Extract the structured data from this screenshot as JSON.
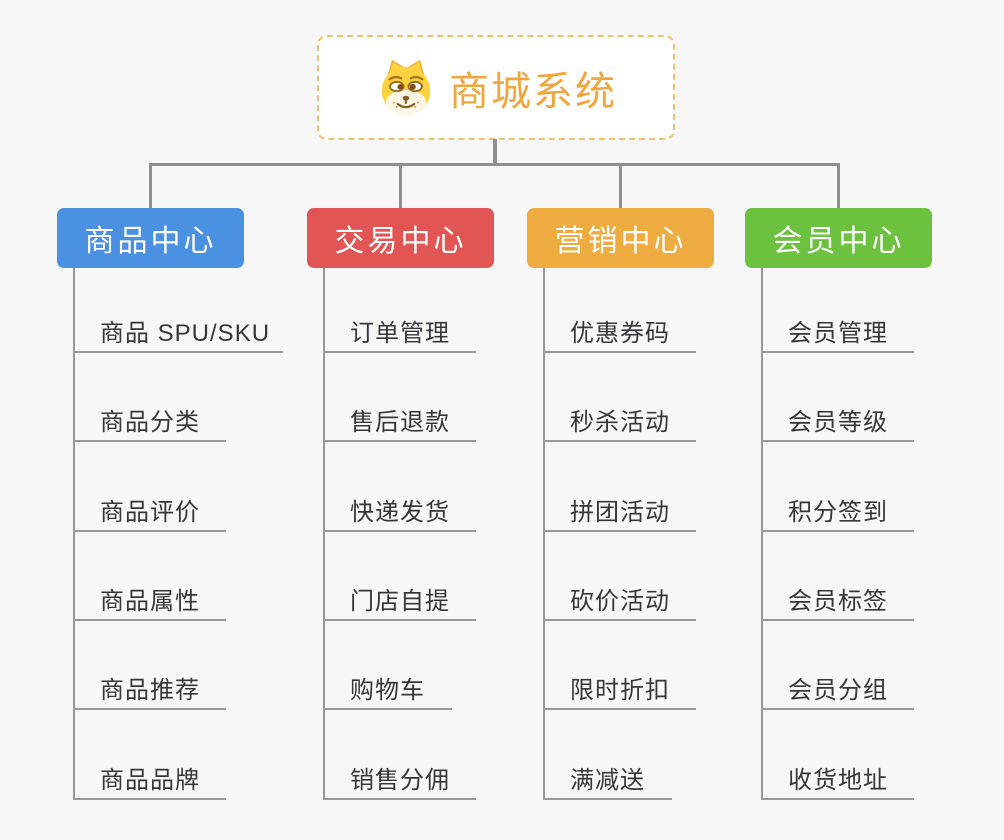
{
  "background": "#f7f7f7",
  "connector_color": "#8f8f8f",
  "underline_color": "#999999",
  "item_text_color": "#33373c",
  "root": {
    "label": "商城系统",
    "text_color": "#F2A53C",
    "border_color": "#F5C06A",
    "icon": "doge-face-icon"
  },
  "branches": [
    {
      "label": "商品中心",
      "color": "#4B91E2",
      "children": [
        "商品 SPU/SKU",
        "商品分类",
        "商品评价",
        "商品属性",
        "商品推荐",
        "商品品牌"
      ]
    },
    {
      "label": "交易中心",
      "color": "#E15654",
      "children": [
        "订单管理",
        "售后退款",
        "快递发货",
        "门店自提",
        "购物车",
        "销售分佣"
      ]
    },
    {
      "label": "营销中心",
      "color": "#EEAC40",
      "children": [
        "优惠券码",
        "秒杀活动",
        "拼团活动",
        "砍价活动",
        "限时折扣",
        "满减送"
      ]
    },
    {
      "label": "会员中心",
      "color": "#6CC23E",
      "children": [
        "会员管理",
        "会员等级",
        "积分签到",
        "会员标签",
        "会员分组",
        "收货地址"
      ]
    }
  ]
}
